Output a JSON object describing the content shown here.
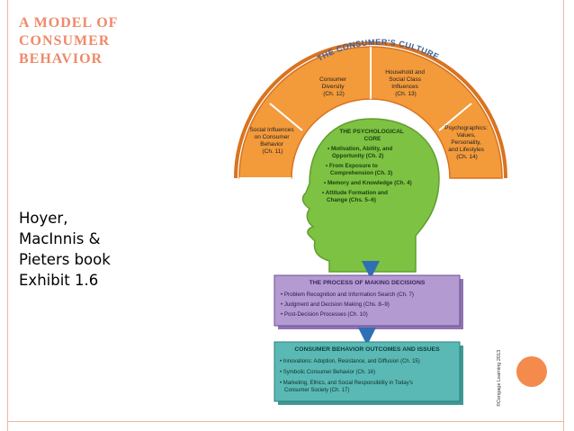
{
  "slide": {
    "title_lines": [
      "A MODEL OF",
      "CONSUMER",
      "BEHAVIOR"
    ],
    "caption_lines": [
      "Hoyer,",
      "MacInnis &",
      "Pieters book",
      "Exhibit 1.6"
    ]
  },
  "diagram": {
    "arch_title": "THE CONSUMER'S CULTURE",
    "culture_segments": [
      {
        "lines": [
          "Social Influences",
          "on Consumer",
          "Behavior",
          "(Ch. 11)"
        ]
      },
      {
        "lines": [
          "Consumer",
          "Diversity",
          "(Ch. 12)"
        ]
      },
      {
        "lines": [
          "Household and",
          "Social Class",
          "Influences",
          "(Ch. 13)"
        ]
      },
      {
        "lines": [
          "Psychographics:",
          "Values,",
          "Personality,",
          "and Lifestyles",
          "(Ch. 14)"
        ]
      }
    ],
    "core": {
      "title_lines": [
        "THE PSYCHOLOGICAL",
        "CORE"
      ],
      "items": [
        [
          "• Motivation, Ability, and",
          "Opportunity (Ch. 2)"
        ],
        [
          "• From Exposure to",
          "Comprehension (Ch. 3)"
        ],
        [
          "• Memory and Knowledge (Ch. 4)"
        ],
        [
          "• Attitude Formation and",
          "Change (Chs. 5–6)"
        ]
      ]
    },
    "decisions": {
      "title": "THE PROCESS OF MAKING DECISIONS",
      "items": [
        "• Problem Recognition and Information Search (Ch. 7)",
        "• Judgment and Decision Making (Chs. 8–9)",
        "• Post-Decision Processes (Ch. 10)"
      ]
    },
    "outcomes": {
      "title": "CONSUMER BEHAVIOR OUTCOMES AND ISSUES",
      "items": [
        [
          "• Innovations: Adoption, Resistance, and Diffusion (Ch. 15)"
        ],
        [
          "• Symbolic Consumer Behavior (Ch. 16)"
        ],
        [
          "• Marketing, Ethics, and Social Responsibility in Today's",
          "Consumer Society (Ch. 17)"
        ]
      ]
    },
    "copyright": "©Cengage Learning 2013"
  },
  "colors": {
    "title_accent": "#ee8a69",
    "arch_orange": "#f39a3b",
    "arch_dark": "#d9731f",
    "head_green": "#7dc242",
    "decisions_purple": "#b39ad1",
    "decisions_header": "#6c4d96",
    "outcomes_teal": "#5ab9b4",
    "outcomes_header": "#2d7f7b",
    "arrow_blue": "#2f6fb5",
    "circle_orange": "#f48a4c"
  }
}
